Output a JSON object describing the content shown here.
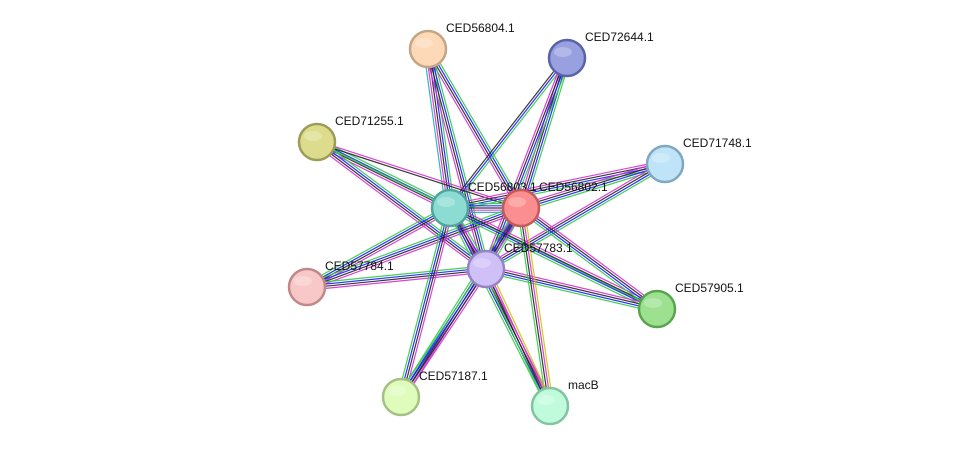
{
  "diagram": {
    "type": "protein-interaction-network",
    "edge_line_colors": [
      "#2ecc40",
      "#1a1aff",
      "#222222",
      "#d62cd6",
      "#c8c800",
      "#1fb0b0"
    ],
    "nodes": [
      {
        "id": "n_56804",
        "label": "CED56804.1",
        "color": "#fdd9b8",
        "stroke": "#c4a586"
      },
      {
        "id": "n_72644",
        "label": "CED72644.1",
        "color": "#98a0e0",
        "stroke": "#5a62a8"
      },
      {
        "id": "n_71255",
        "label": "CED71255.1",
        "color": "#dcdc8c",
        "stroke": "#9c9c58"
      },
      {
        "id": "n_71748",
        "label": "CED71748.1",
        "color": "#bfe4f8",
        "stroke": "#7fa8c0"
      },
      {
        "id": "n_56803",
        "label": "CED56803.1",
        "color": "#8cdcd4",
        "stroke": "#4ea69e"
      },
      {
        "id": "n_56802",
        "label": "CED56802.1",
        "color": "#fb8e8e",
        "stroke": "#c25a5a"
      },
      {
        "id": "n_57783",
        "label": "CED57783.1",
        "color": "#cfc0f8",
        "stroke": "#9484c4"
      },
      {
        "id": "n_57784",
        "label": "CED57784.1",
        "color": "#f8c8c8",
        "stroke": "#c08888"
      },
      {
        "id": "n_57905",
        "label": "CED57905.1",
        "color": "#9ce090",
        "stroke": "#5aa44e"
      },
      {
        "id": "n_57187",
        "label": "CED57187.1",
        "color": "#e0fcbc",
        "stroke": "#a4c084"
      },
      {
        "id": "n_macB",
        "label": "macB",
        "color": "#c0fcdc",
        "stroke": "#80c4a0"
      }
    ],
    "edges": [
      {
        "source": "n_56804",
        "target": "n_56803",
        "evidence": [
          "#2ecc40",
          "#1a1aff",
          "#222222",
          "#d62cd6",
          "#1fb0b0"
        ]
      },
      {
        "source": "n_56804",
        "target": "n_56802",
        "evidence": [
          "#2ecc40",
          "#1a1aff",
          "#222222",
          "#d62cd6"
        ]
      },
      {
        "source": "n_56804",
        "target": "n_57783",
        "evidence": [
          "#2ecc40",
          "#1a1aff",
          "#222222",
          "#d62cd6"
        ]
      },
      {
        "source": "n_72644",
        "target": "n_56803",
        "evidence": [
          "#2ecc40",
          "#1a1aff",
          "#222222"
        ]
      },
      {
        "source": "n_72644",
        "target": "n_56802",
        "evidence": [
          "#2ecc40",
          "#1a1aff",
          "#222222",
          "#d62cd6"
        ]
      },
      {
        "source": "n_72644",
        "target": "n_57783",
        "evidence": [
          "#2ecc40",
          "#1a1aff",
          "#222222",
          "#d62cd6"
        ]
      },
      {
        "source": "n_71255",
        "target": "n_56803",
        "evidence": [
          "#2ecc40",
          "#1a1aff",
          "#222222",
          "#d62cd6"
        ]
      },
      {
        "source": "n_71255",
        "target": "n_56802",
        "evidence": [
          "#d62cd6",
          "#222222"
        ]
      },
      {
        "source": "n_71255",
        "target": "n_57783",
        "evidence": [
          "#2ecc40",
          "#1a1aff",
          "#222222",
          "#d62cd6"
        ]
      },
      {
        "source": "n_71255",
        "target": "n_57905",
        "evidence": [
          "#2ecc40"
        ]
      },
      {
        "source": "n_71748",
        "target": "n_56803",
        "evidence": [
          "#2ecc40",
          "#1a1aff",
          "#222222",
          "#d62cd6"
        ]
      },
      {
        "source": "n_71748",
        "target": "n_56802",
        "evidence": [
          "#2ecc40",
          "#1a1aff",
          "#222222",
          "#d62cd6"
        ]
      },
      {
        "source": "n_71748",
        "target": "n_57783",
        "evidence": [
          "#2ecc40",
          "#1a1aff",
          "#222222",
          "#d62cd6"
        ]
      },
      {
        "source": "n_56803",
        "target": "n_56802",
        "evidence": [
          "#2ecc40",
          "#1a1aff",
          "#222222",
          "#d62cd6",
          "#1fb0b0"
        ]
      },
      {
        "source": "n_56803",
        "target": "n_57783",
        "evidence": [
          "#2ecc40",
          "#1a1aff",
          "#222222",
          "#d62cd6"
        ]
      },
      {
        "source": "n_56802",
        "target": "n_57783",
        "evidence": [
          "#2ecc40",
          "#1a1aff",
          "#222222",
          "#d62cd6"
        ]
      },
      {
        "source": "n_57784",
        "target": "n_56803",
        "evidence": [
          "#2ecc40",
          "#1a1aff",
          "#222222",
          "#d62cd6"
        ]
      },
      {
        "source": "n_57784",
        "target": "n_56802",
        "evidence": [
          "#2ecc40",
          "#1a1aff",
          "#222222",
          "#d62cd6"
        ]
      },
      {
        "source": "n_57784",
        "target": "n_57783",
        "evidence": [
          "#2ecc40",
          "#1a1aff",
          "#222222",
          "#d62cd6"
        ]
      },
      {
        "source": "n_57905",
        "target": "n_56803",
        "evidence": [
          "#2ecc40",
          "#1a1aff",
          "#222222",
          "#d62cd6"
        ]
      },
      {
        "source": "n_57905",
        "target": "n_56802",
        "evidence": [
          "#2ecc40",
          "#1a1aff",
          "#222222",
          "#d62cd6"
        ]
      },
      {
        "source": "n_57905",
        "target": "n_57783",
        "evidence": [
          "#2ecc40",
          "#1a1aff",
          "#222222",
          "#d62cd6"
        ]
      },
      {
        "source": "n_57187",
        "target": "n_56803",
        "evidence": [
          "#2ecc40",
          "#1a1aff",
          "#222222",
          "#d62cd6"
        ]
      },
      {
        "source": "n_57187",
        "target": "n_56802",
        "evidence": [
          "#2ecc40",
          "#1a1aff",
          "#222222",
          "#d62cd6"
        ]
      },
      {
        "source": "n_57187",
        "target": "n_57783",
        "evidence": [
          "#2ecc40",
          "#1a1aff",
          "#222222",
          "#d62cd6"
        ]
      },
      {
        "source": "n_macB",
        "target": "n_56803",
        "evidence": [
          "#2ecc40",
          "#1a1aff",
          "#222222",
          "#d62cd6"
        ]
      },
      {
        "source": "n_macB",
        "target": "n_56802",
        "evidence": [
          "#2ecc40",
          "#222222",
          "#d62cd6",
          "#c8c800"
        ]
      },
      {
        "source": "n_macB",
        "target": "n_57783",
        "evidence": [
          "#2ecc40",
          "#222222",
          "#d62cd6",
          "#c8c800"
        ]
      }
    ]
  }
}
